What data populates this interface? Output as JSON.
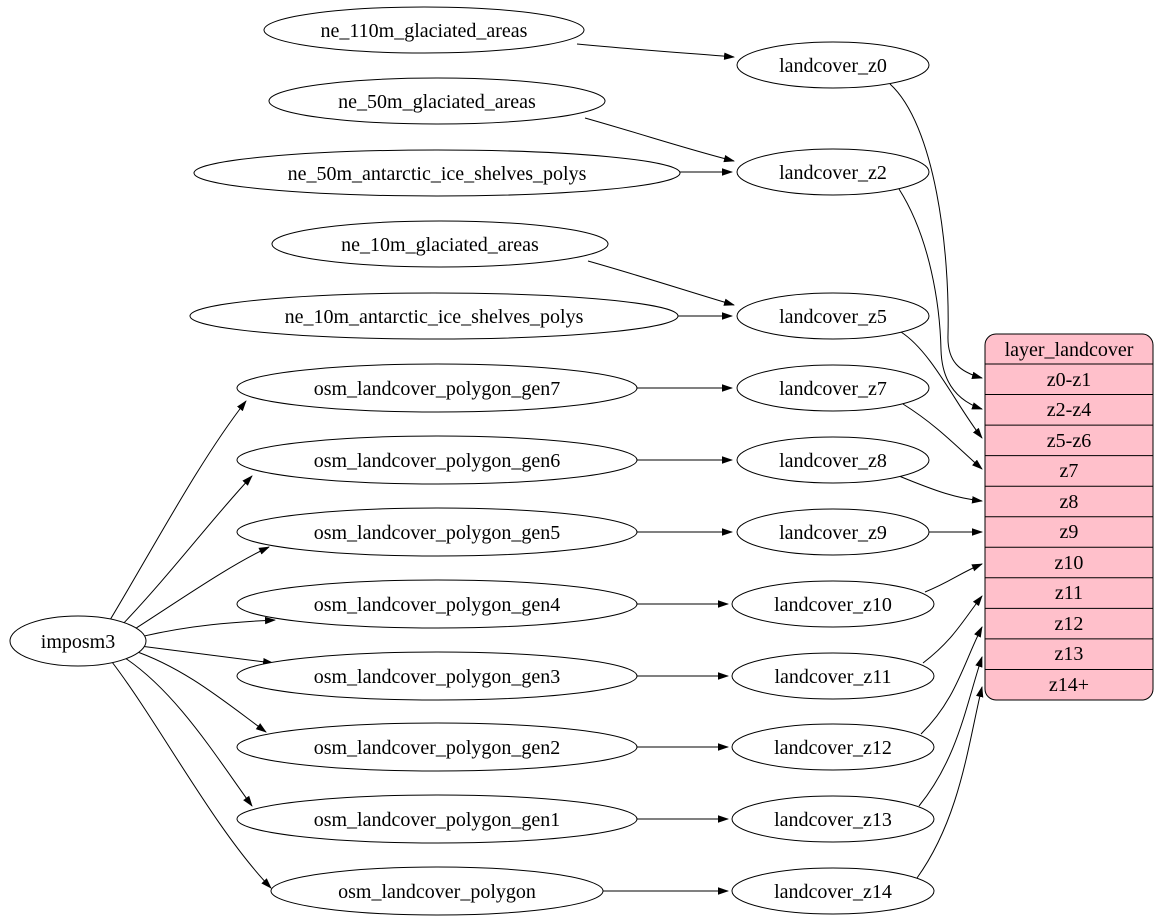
{
  "diagram_type": "graphviz-dependency-graph",
  "colors": {
    "record_fill": "#ffc0cb",
    "node_fill": "#ffffff",
    "stroke": "#000000",
    "background": "#ffffff"
  },
  "nodes": {
    "imposm3": "imposm3",
    "ne": [
      "ne_110m_glaciated_areas",
      "ne_50m_glaciated_areas",
      "ne_50m_antarctic_ice_shelves_polys",
      "ne_10m_glaciated_areas",
      "ne_10m_antarctic_ice_shelves_polys"
    ],
    "osm": [
      "osm_landcover_polygon_gen7",
      "osm_landcover_polygon_gen6",
      "osm_landcover_polygon_gen5",
      "osm_landcover_polygon_gen4",
      "osm_landcover_polygon_gen3",
      "osm_landcover_polygon_gen2",
      "osm_landcover_polygon_gen1",
      "osm_landcover_polygon"
    ],
    "landcover": [
      "landcover_z0",
      "landcover_z2",
      "landcover_z5",
      "landcover_z7",
      "landcover_z8",
      "landcover_z9",
      "landcover_z10",
      "landcover_z11",
      "landcover_z12",
      "landcover_z13",
      "landcover_z14"
    ]
  },
  "record": {
    "title": "layer_landcover",
    "rows": [
      "z0-z1",
      "z2-z4",
      "z5-z6",
      "z7",
      "z8",
      "z9",
      "z10",
      "z11",
      "z12",
      "z13",
      "z14+"
    ]
  },
  "edges": [
    [
      "imposm3",
      "osm_landcover_polygon_gen7"
    ],
    [
      "imposm3",
      "osm_landcover_polygon_gen6"
    ],
    [
      "imposm3",
      "osm_landcover_polygon_gen5"
    ],
    [
      "imposm3",
      "osm_landcover_polygon_gen4"
    ],
    [
      "imposm3",
      "osm_landcover_polygon_gen3"
    ],
    [
      "imposm3",
      "osm_landcover_polygon_gen2"
    ],
    [
      "imposm3",
      "osm_landcover_polygon_gen1"
    ],
    [
      "imposm3",
      "osm_landcover_polygon"
    ],
    [
      "ne_110m_glaciated_areas",
      "landcover_z0"
    ],
    [
      "ne_50m_glaciated_areas",
      "landcover_z2"
    ],
    [
      "ne_50m_antarctic_ice_shelves_polys",
      "landcover_z2"
    ],
    [
      "ne_10m_glaciated_areas",
      "landcover_z5"
    ],
    [
      "ne_10m_antarctic_ice_shelves_polys",
      "landcover_z5"
    ],
    [
      "osm_landcover_polygon_gen7",
      "landcover_z7"
    ],
    [
      "osm_landcover_polygon_gen6",
      "landcover_z8"
    ],
    [
      "osm_landcover_polygon_gen5",
      "landcover_z9"
    ],
    [
      "osm_landcover_polygon_gen4",
      "landcover_z10"
    ],
    [
      "osm_landcover_polygon_gen3",
      "landcover_z11"
    ],
    [
      "osm_landcover_polygon_gen2",
      "landcover_z12"
    ],
    [
      "osm_landcover_polygon_gen1",
      "landcover_z13"
    ],
    [
      "osm_landcover_polygon",
      "landcover_z14"
    ],
    [
      "landcover_z0",
      "layer_landcover:z0-z1"
    ],
    [
      "landcover_z2",
      "layer_landcover:z2-z4"
    ],
    [
      "landcover_z5",
      "layer_landcover:z5-z6"
    ],
    [
      "landcover_z7",
      "layer_landcover:z7"
    ],
    [
      "landcover_z8",
      "layer_landcover:z8"
    ],
    [
      "landcover_z9",
      "layer_landcover:z9"
    ],
    [
      "landcover_z10",
      "layer_landcover:z10"
    ],
    [
      "landcover_z11",
      "layer_landcover:z11"
    ],
    [
      "landcover_z12",
      "layer_landcover:z12"
    ],
    [
      "landcover_z13",
      "layer_landcover:z13"
    ],
    [
      "landcover_z14",
      "layer_landcover:z14+"
    ]
  ]
}
